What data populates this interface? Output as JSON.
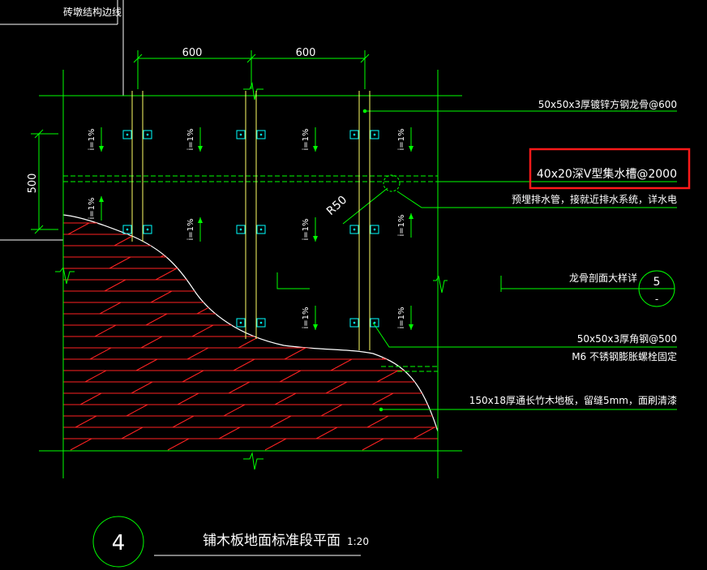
{
  "border_label": "砖墩结构边线",
  "dims": {
    "top_left": "600",
    "top_right": "600",
    "left": "500",
    "radius": "R50"
  },
  "slope": "i=1%",
  "callouts": {
    "keel": "50x50x3厚镀锌方钢龙骨@600",
    "trough": "40x20深V型集水槽@2000",
    "drain_pipe": "预埋排水管，接就近排水系统，详水电",
    "section_ref": "龙骨剖面大样详",
    "angle": "50x50x3厚角钢@500",
    "bolt": "M6 不锈钢膨胀螺栓固定",
    "floor": "150x18厚通长竹木地板，留缝5mm，面刷清漆"
  },
  "detail_ref": {
    "number": "5",
    "sheet": "-"
  },
  "drawing": {
    "number": "4",
    "title": "铺木板地面标准段平面",
    "scale": "1:20"
  },
  "colors": {
    "line": "#00ff00",
    "keel": "#ffff66",
    "hatch": "#ff2222",
    "text": "#ffffff",
    "highlight": "#ff1a1a",
    "plate": "#00ffff"
  }
}
